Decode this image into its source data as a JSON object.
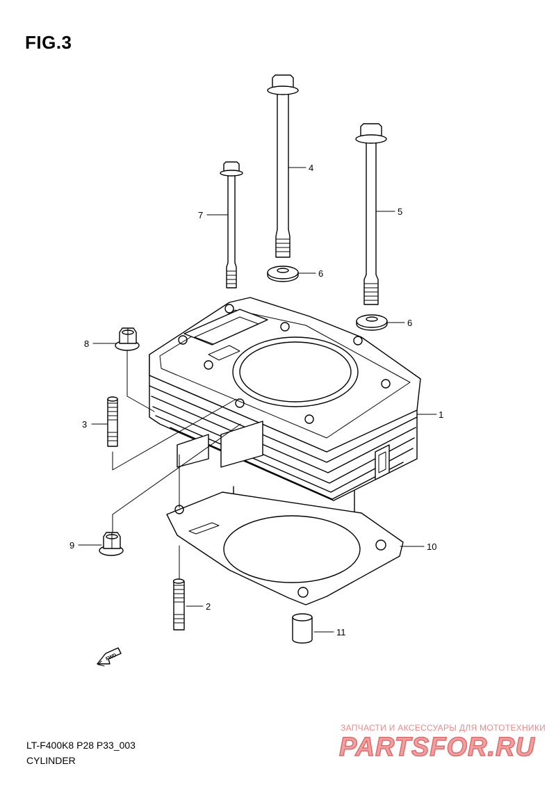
{
  "figure": {
    "title": "FIG.3"
  },
  "callouts": {
    "c1": "1",
    "c2": "2",
    "c3": "3",
    "c4": "4",
    "c5": "5",
    "c6a": "6",
    "c6b": "6",
    "c7": "7",
    "c8": "8",
    "c9": "9",
    "c10": "10",
    "c11": "11"
  },
  "fwd_label": "FWD",
  "footer": {
    "code": "LT-F400K8 P28 P33_003",
    "name": "CYLINDER"
  },
  "watermark": {
    "tagline": "ЗАПЧАСТИ И АКСЕССУАРЫ ДЛЯ МОТОТЕХНИКИ",
    "logo": "PARTSFOR.RU"
  }
}
